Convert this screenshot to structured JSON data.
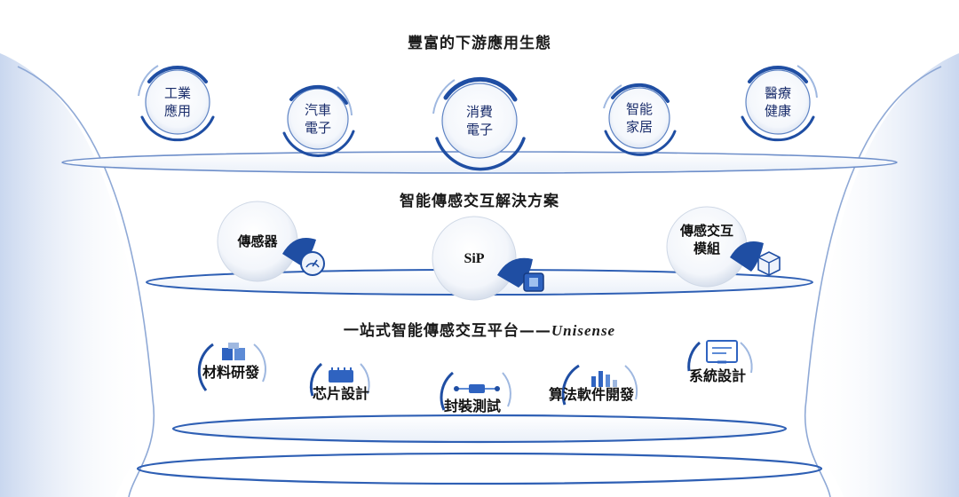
{
  "tiers": {
    "top": {
      "title": "豐富的下游應用生態",
      "items": [
        {
          "line1": "工業",
          "line2": "應用"
        },
        {
          "line1": "汽車",
          "line2": "電子"
        },
        {
          "line1": "消費",
          "line2": "電子"
        },
        {
          "line1": "智能",
          "line2": "家居"
        },
        {
          "line1": "醫療",
          "line2": "健康"
        }
      ]
    },
    "middle": {
      "title": "智能傳感交互解決方案",
      "items": [
        {
          "line1": "傳感器",
          "line2": "",
          "icon": "gauge-icon"
        },
        {
          "line1": "SiP",
          "line2": "",
          "icon": "chip-package-icon"
        },
        {
          "line1": "傳感交互",
          "line2": "模組",
          "icon": "cube-module-icon"
        }
      ]
    },
    "bottom": {
      "title_prefix": "一站式智能傳感交互平台——",
      "title_brand": "Unisense",
      "items": [
        {
          "label": "材料研發",
          "icon": "material-blocks-icon"
        },
        {
          "label": "芯片設計",
          "icon": "chip-icon"
        },
        {
          "label": "封裝測試",
          "icon": "probe-test-icon"
        },
        {
          "label": "算法軟件開發",
          "icon": "algorithm-chart-icon"
        },
        {
          "label": "系統設計",
          "icon": "monitor-system-icon"
        }
      ]
    }
  },
  "colors": {
    "primary": "#1f4ea3",
    "dark": "#1a2d6b",
    "light_blue": "#9fb8e0",
    "pale": "#e3ebf8"
  }
}
